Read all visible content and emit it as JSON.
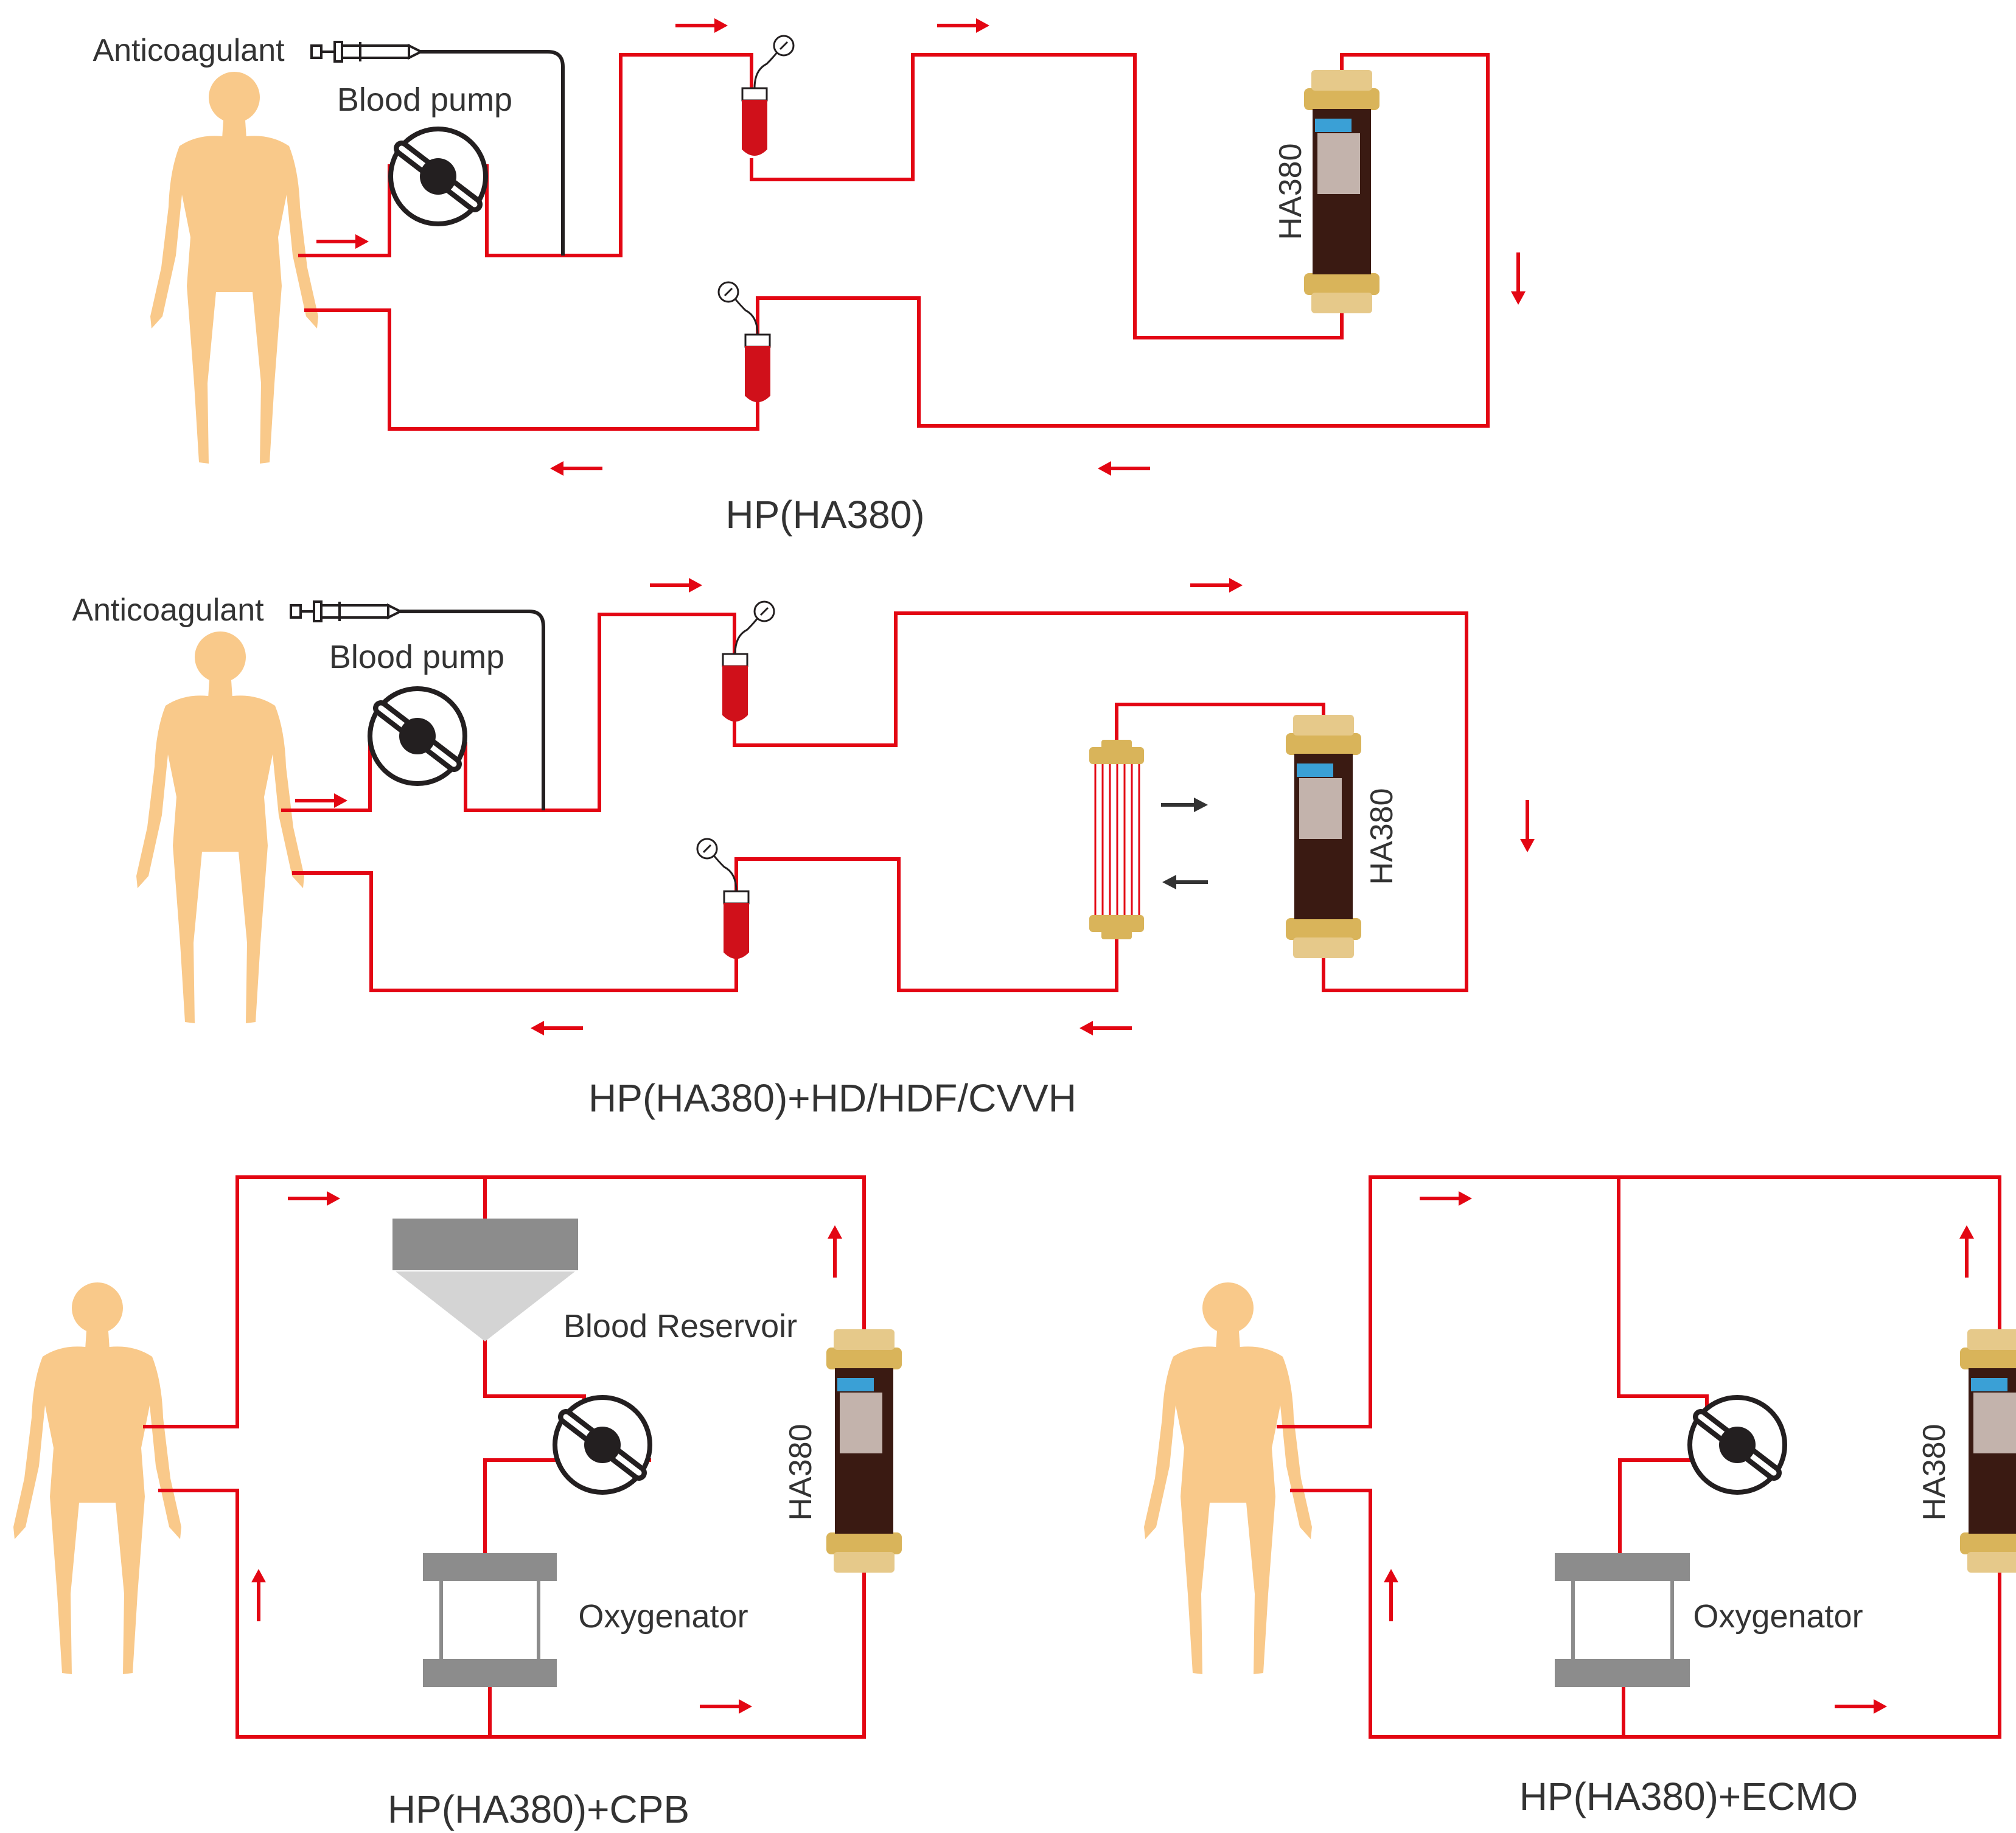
{
  "colors": {
    "tube": "#e30613",
    "line": "#231f20",
    "body": "#f9c98a",
    "blood": "#d0101a",
    "gray": "#8c8c8c",
    "lightgray": "#d4d4d4",
    "cartridge": "#3a1a12",
    "gold": "#d9b45a"
  },
  "panels": {
    "hp": {
      "title": "HP(HA380)",
      "anticoagulant_label": "Anticoagulant",
      "pump_label": "Blood pump",
      "cartridge_label": "HA380"
    },
    "hd": {
      "title": "HP(HA380)+HD/HDF/CVVH",
      "anticoagulant_label": "Anticoagulant",
      "pump_label": "Blood pump",
      "cartridge_label": "HA380"
    },
    "cpb": {
      "title": "HP(HA380)+CPB",
      "reservoir_label": "Blood Reservoir",
      "oxygenator_label": "Oxygenator",
      "cartridge_label": "HA380"
    },
    "ecmo": {
      "title": "HP(HA380)+ECMO",
      "oxygenator_label": "Oxygenator",
      "cartridge_label": "HA380"
    }
  }
}
